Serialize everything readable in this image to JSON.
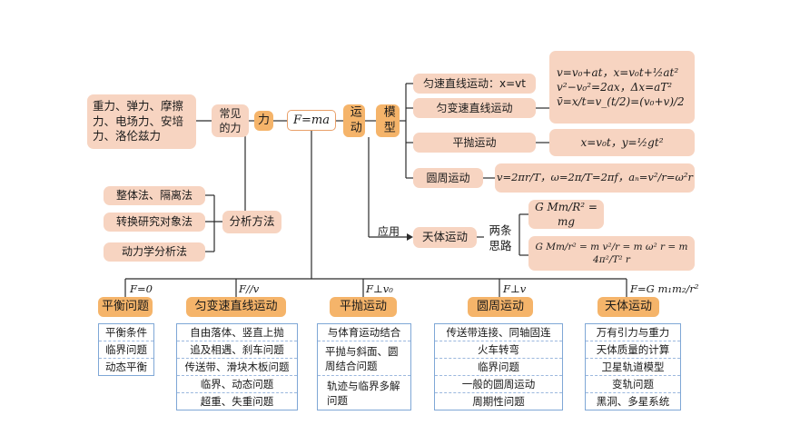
{
  "forces": {
    "list": "重力、弹力、摩擦力、电场力、安培力、洛伦兹力",
    "common": "常见的力",
    "force": "力",
    "law": "F=ma"
  },
  "methods": {
    "items": [
      "整体法、隔离法",
      "转换研究对象法",
      "动力学分析法"
    ],
    "title": "分析方法"
  },
  "motion": {
    "label": "运动",
    "model": "模型",
    "apply": "应用"
  },
  "models": [
    {
      "name": "匀速直线运动：x=vt"
    },
    {
      "name": "匀变速直线运动"
    },
    {
      "name": "平抛运动"
    },
    {
      "name": "圆周运动"
    }
  ],
  "formulas": {
    "uniform_accel_1": "v=v₀+at，x=v₀t+½at²",
    "uniform_accel_2": "v²−v₀²=2ax，Δx=aT²",
    "uniform_accel_3": "v̄=x/t=v_(t/2)=(v₀+v)/2",
    "projectile": "x=v₀t，y=½gt²",
    "circular": "v=2πr/T，ω=2π/T=2πf，aₙ=v²/r=ω²r",
    "gravity_1": "G Mm/R² = mg",
    "gravity_2": "G Mm/r² = m v²/r = m ω² r = m 4π²/T² r"
  },
  "celestial": {
    "name": "天体运动",
    "paths": "两条思路"
  },
  "bottom": [
    {
      "cond": "F=0",
      "title": "平衡问题",
      "items": [
        "平衡条件",
        "临界问题",
        "动态平衡"
      ]
    },
    {
      "cond": "F//v",
      "title": "匀变速直线运动",
      "items": [
        "自由落体、竖直上抛",
        "追及相遇、刹车问题",
        "传送带、滑块木板问题",
        "临界、动态问题",
        "超重、失重问题"
      ]
    },
    {
      "cond": "F⊥v₀",
      "title": "平抛运动",
      "items": [
        "与体育运动结合",
        "平抛与斜面、圆周结合问题",
        "轨迹与临界多解问题"
      ]
    },
    {
      "cond": "F⊥v",
      "title": "圆周运动",
      "items": [
        "传送带连接、同轴固连",
        "火车转弯",
        "临界问题",
        "一般的圆周运动",
        "周期性问题"
      ]
    },
    {
      "cond": "F=G m₁m₂/r²",
      "title": "天体运动",
      "items": [
        "万有引力与重力",
        "天体质量的计算",
        "卫星轨道模型",
        "变轨问题",
        "黑洞、多星系统"
      ]
    }
  ],
  "colors": {
    "orange": "#f5b46a",
    "pink": "#f7d4c1",
    "line": "#2b2b2b",
    "blue": "#7fa7d6"
  }
}
